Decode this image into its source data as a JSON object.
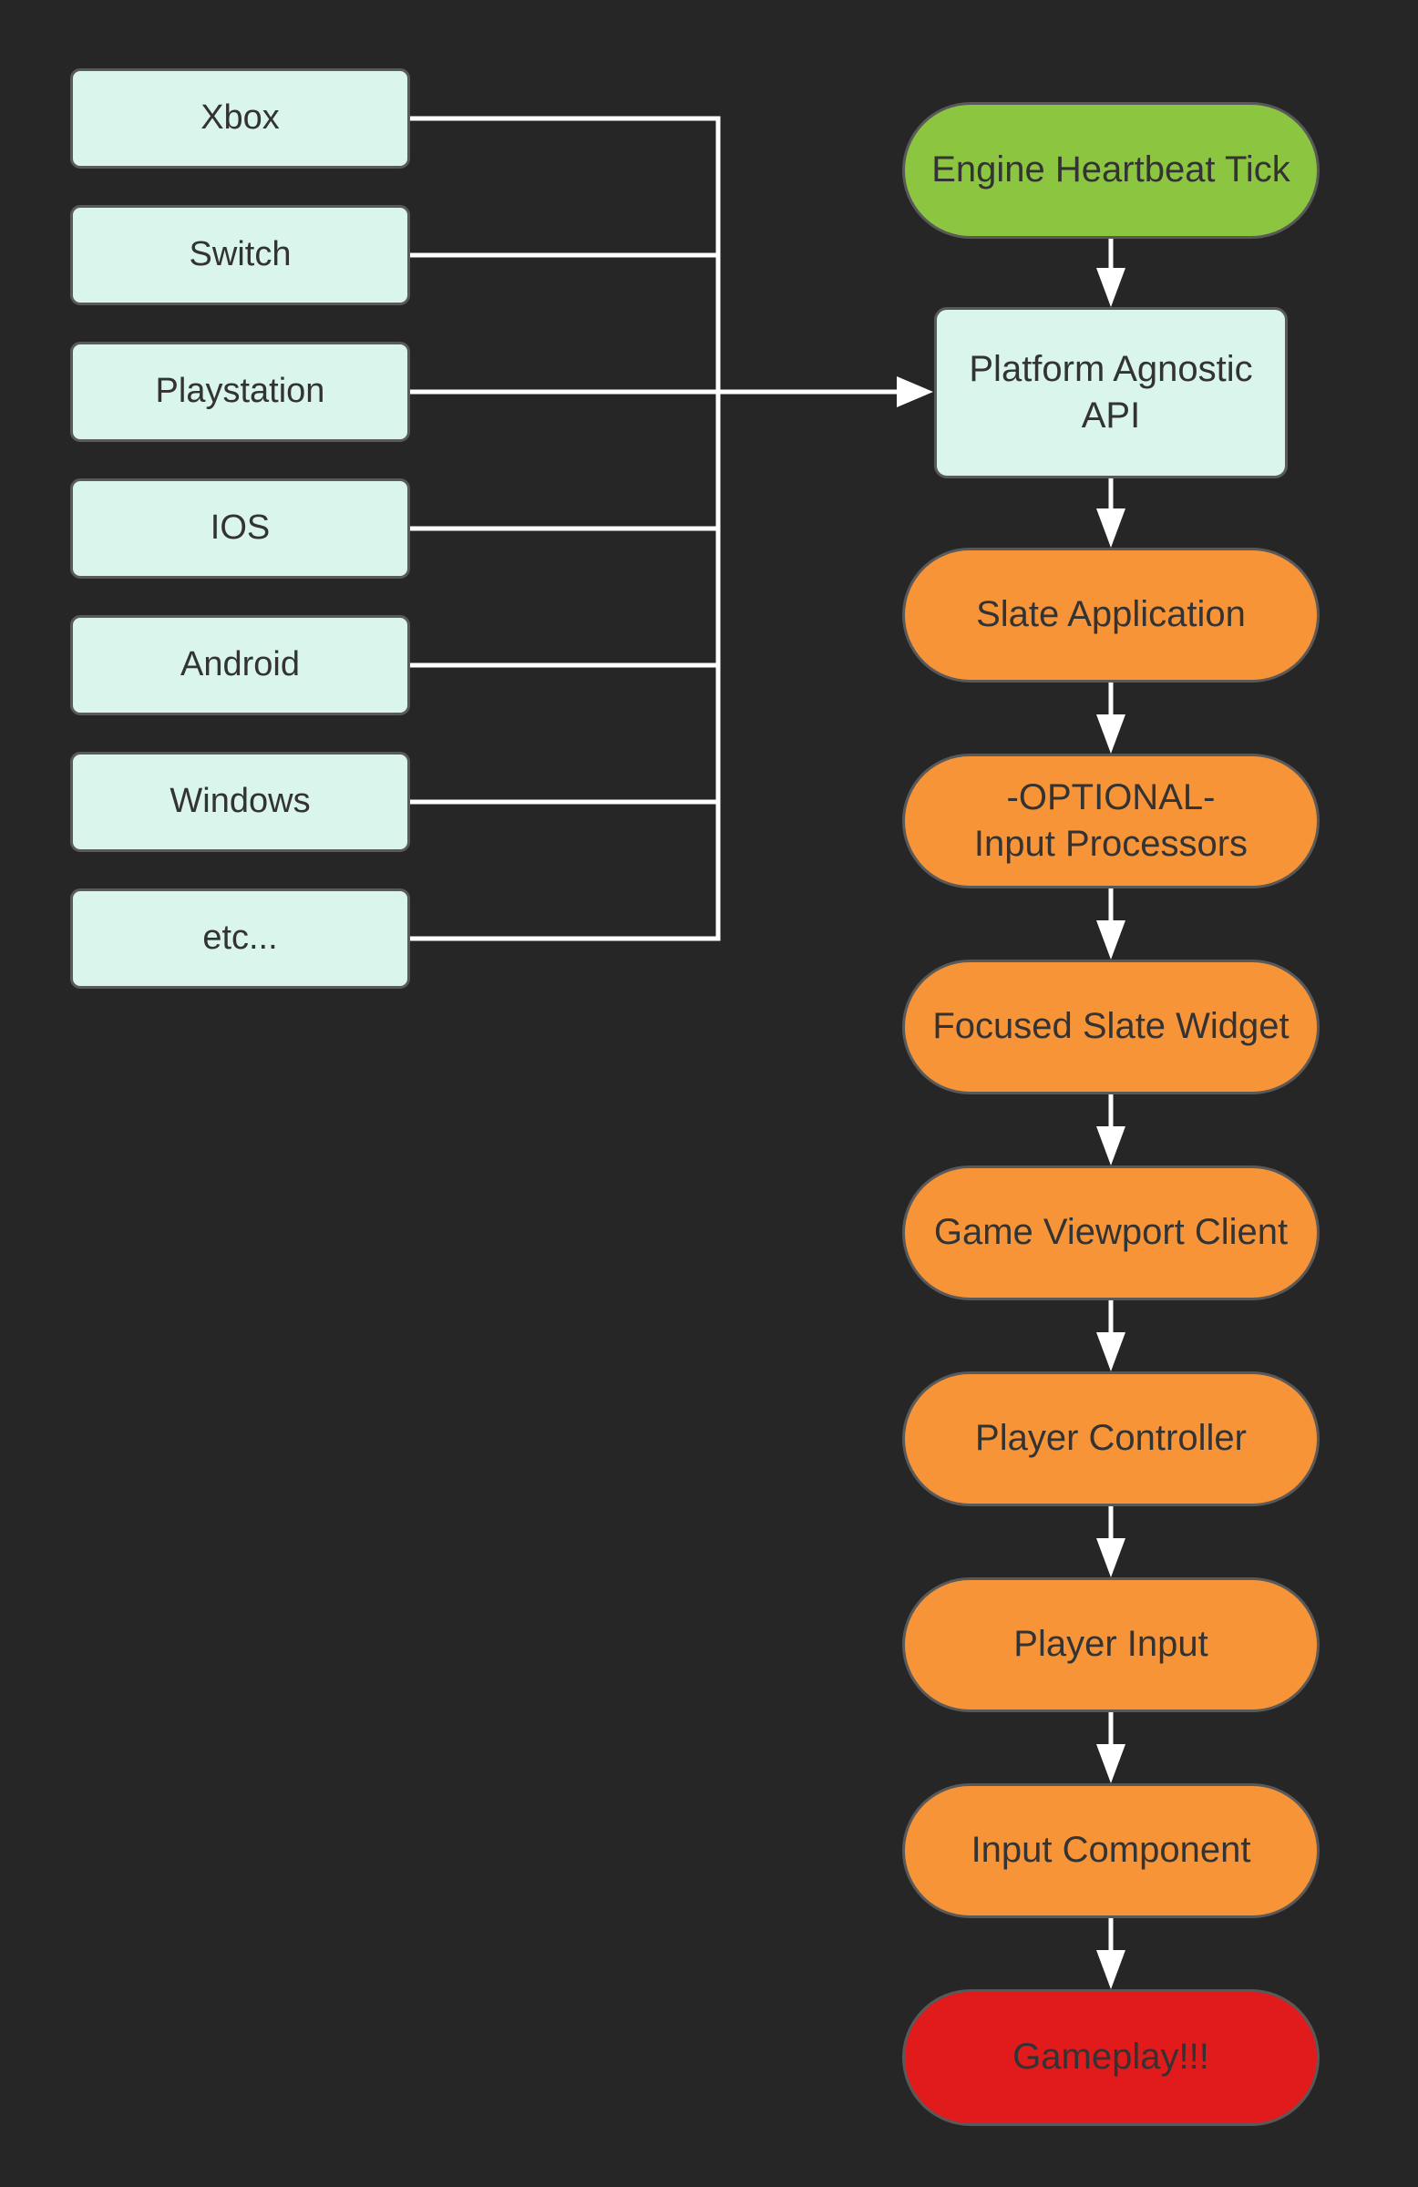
{
  "diagram": {
    "background_color": "#262626",
    "colors": {
      "platform_fill": "#d9f5ec",
      "start_fill": "#8cc641",
      "stage_fill": "#f79438",
      "end_fill": "#e11b1b",
      "node_border": "#595959",
      "connector": "#ffffff",
      "text": "#333333"
    },
    "platforms": [
      "Xbox",
      "Switch",
      "Playstation",
      "IOS",
      "Android",
      "Windows",
      "etc..."
    ],
    "flow": [
      {
        "id": "engine-heartbeat-tick",
        "label": "Engine Heartbeat Tick",
        "shape": "pill",
        "color": "#8cc641"
      },
      {
        "id": "platform-agnostic-api",
        "label": "Platform Agnostic\nAPI",
        "shape": "rounded-rect",
        "color": "#d9f5ec"
      },
      {
        "id": "slate-application",
        "label": "Slate Application",
        "shape": "pill",
        "color": "#f79438"
      },
      {
        "id": "optional-input-processors",
        "label": "-OPTIONAL-\nInput Processors",
        "shape": "pill",
        "color": "#f79438"
      },
      {
        "id": "focused-slate-widget",
        "label": "Focused Slate Widget",
        "shape": "pill",
        "color": "#f79438"
      },
      {
        "id": "game-viewport-client",
        "label": "Game Viewport Client",
        "shape": "pill",
        "color": "#f79438"
      },
      {
        "id": "player-controller",
        "label": "Player Controller",
        "shape": "pill",
        "color": "#f79438"
      },
      {
        "id": "player-input",
        "label": "Player Input",
        "shape": "pill",
        "color": "#f79438"
      },
      {
        "id": "input-component",
        "label": "Input Component",
        "shape": "pill",
        "color": "#f79438"
      },
      {
        "id": "gameplay",
        "label": "Gameplay!!!",
        "shape": "pill",
        "color": "#e11b1b"
      }
    ]
  }
}
